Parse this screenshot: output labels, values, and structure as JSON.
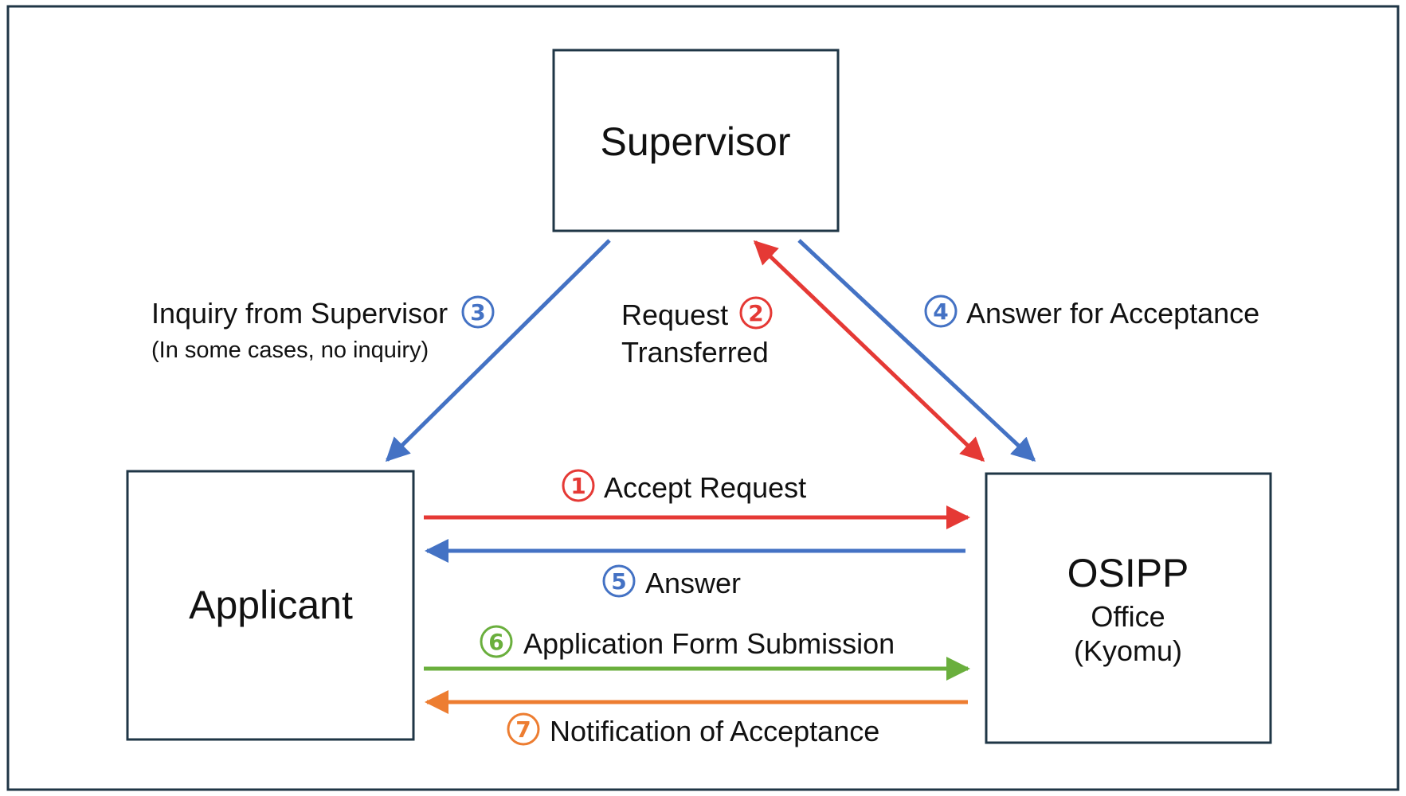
{
  "nodes": {
    "supervisor": {
      "label": "Supervisor"
    },
    "applicant": {
      "label": "Applicant"
    },
    "office": {
      "title": "OSIPP",
      "line1": "Office",
      "line2": "(Kyomu)"
    }
  },
  "colors": {
    "red": "#e53935",
    "blue": "#4472c4",
    "green": "#6aaf3d",
    "orange": "#ed7d31",
    "frame": "#1f3646"
  },
  "steps": [
    {
      "num": "1",
      "label": "Accept Request",
      "color": "red"
    },
    {
      "num": "2",
      "label": "Request",
      "label2": "Transferred",
      "color": "red"
    },
    {
      "num": "3",
      "label": "Inquiry from Supervisor",
      "sublabel": "(In some cases, no inquiry)",
      "color": "blue"
    },
    {
      "num": "4",
      "label": "Answer for Acceptance",
      "color": "blue"
    },
    {
      "num": "5",
      "label": "Answer",
      "color": "blue"
    },
    {
      "num": "6",
      "label": "Application Form Submission",
      "color": "green"
    },
    {
      "num": "7",
      "label": "Notification of Acceptance",
      "color": "orange"
    }
  ]
}
